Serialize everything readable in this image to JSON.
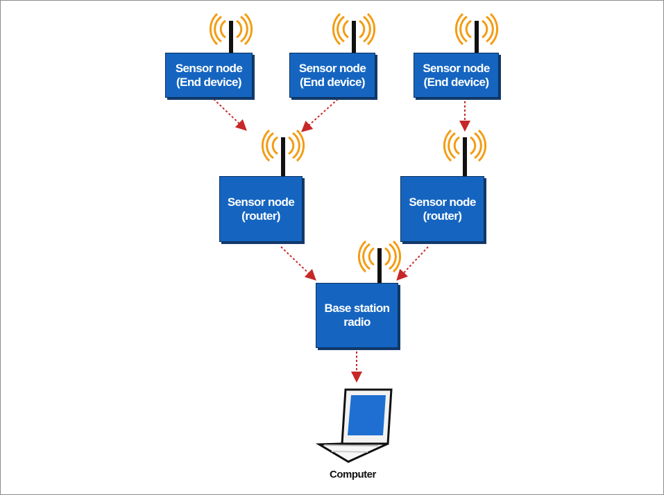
{
  "nodes": {
    "end_device_1": {
      "line1": "Sensor node",
      "line2": "(End device)"
    },
    "end_device_2": {
      "line1": "Sensor node",
      "line2": "(End device)"
    },
    "end_device_3": {
      "line1": "Sensor node",
      "line2": "(End device)"
    },
    "router_1": {
      "line1": "Sensor node",
      "line2": "(router)"
    },
    "router_2": {
      "line1": "Sensor node",
      "line2": "(router)"
    },
    "base_station": {
      "line1": "Base station",
      "line2": "radio"
    }
  },
  "computer": {
    "label": "Computer"
  },
  "colors": {
    "node_fill": "#1565c0",
    "arrow": "#c62828",
    "signal": "#f39c12",
    "antenna": "#111111",
    "screen": "#1e6fd1"
  },
  "icons": [
    "antenna-icon",
    "signal-waves-icon",
    "laptop-icon",
    "arrow-icon"
  ]
}
